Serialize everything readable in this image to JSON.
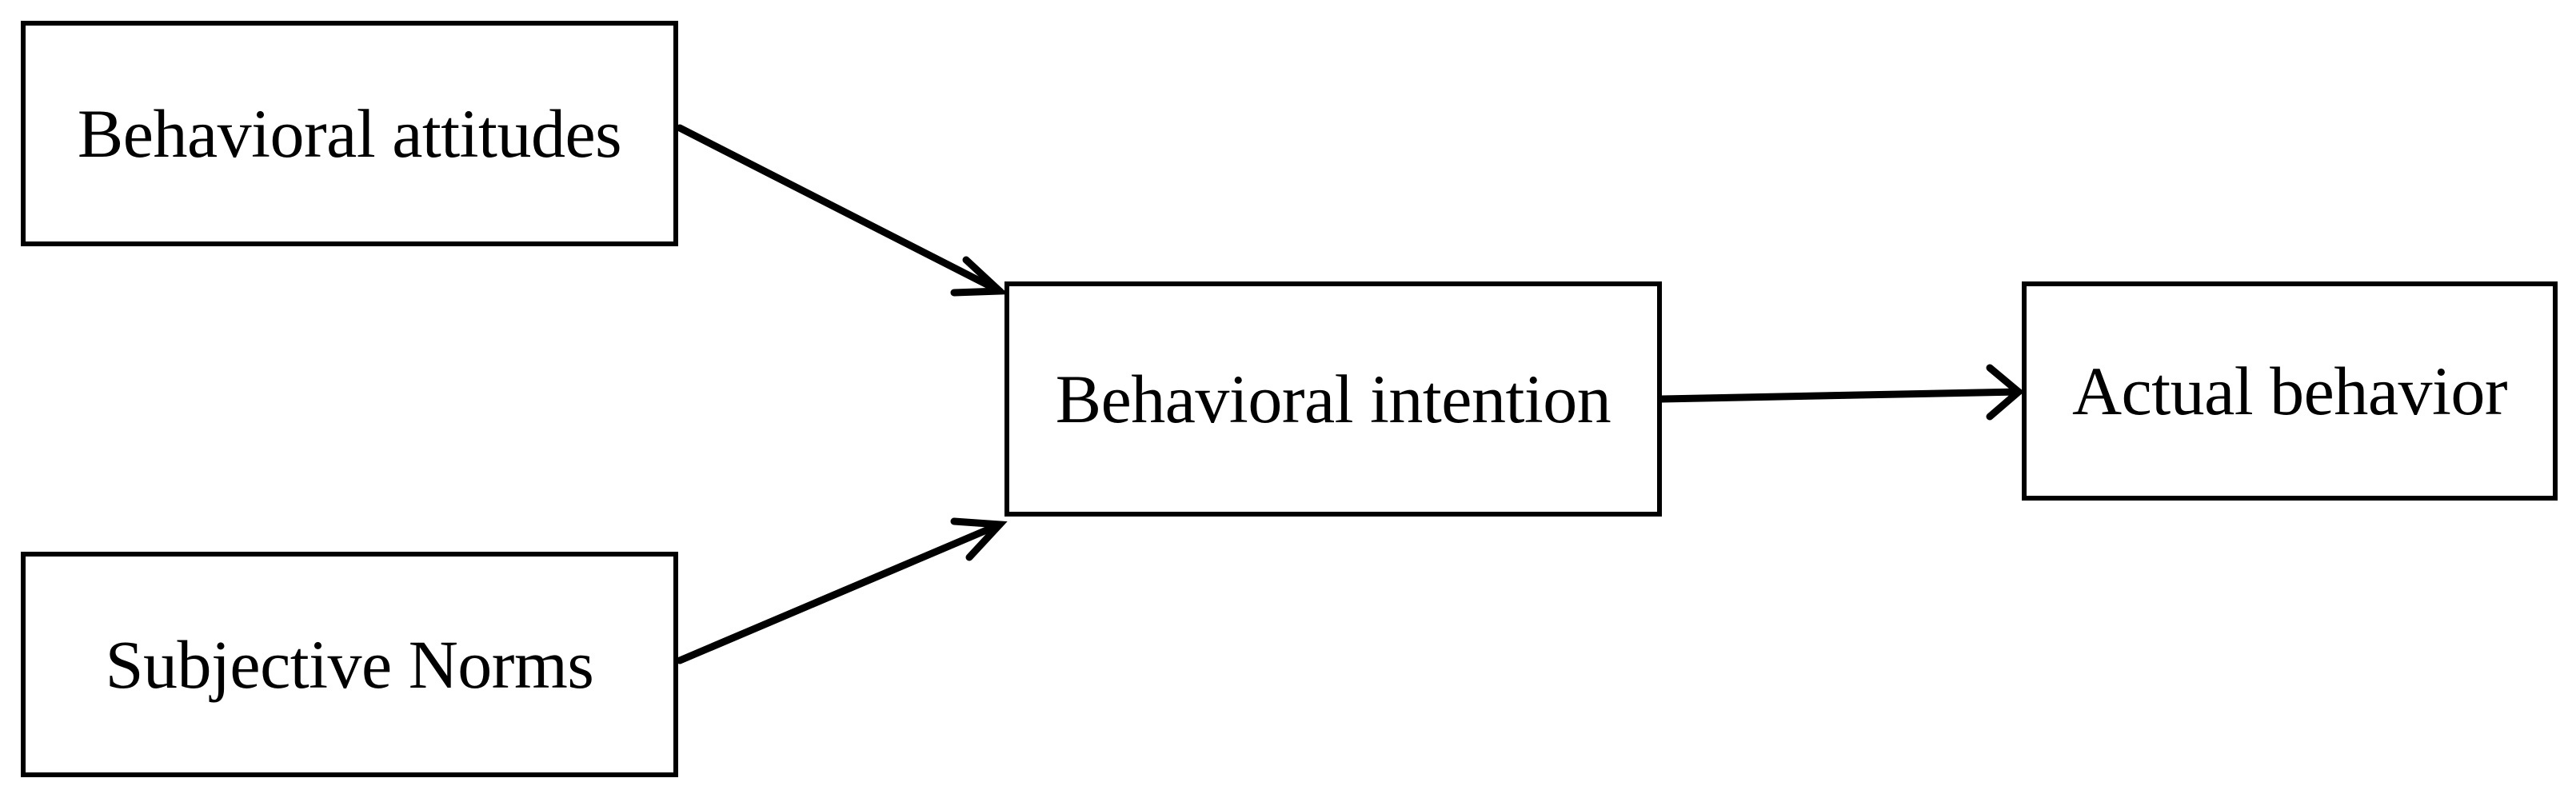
{
  "diagram": {
    "nodes": {
      "attitudes": {
        "label": "Behavioral attitudes"
      },
      "norms": {
        "label": "Subjective Norms"
      },
      "intention": {
        "label": "Behavioral intention"
      },
      "actual": {
        "label": "Actual behavior"
      }
    },
    "edges": [
      {
        "from": "attitudes",
        "to": "intention"
      },
      {
        "from": "norms",
        "to": "intention"
      },
      {
        "from": "intention",
        "to": "actual"
      }
    ],
    "colors": {
      "stroke": "#000000",
      "background": "#ffffff"
    }
  }
}
